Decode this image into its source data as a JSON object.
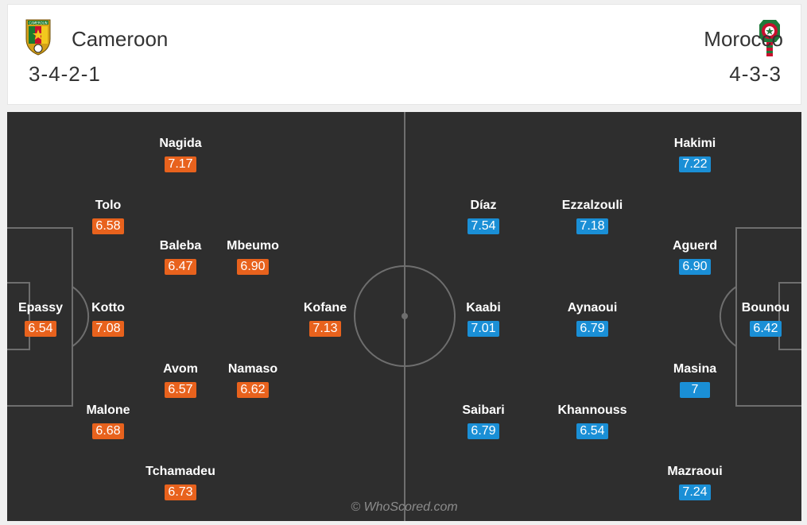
{
  "home": {
    "name": "Cameroon",
    "formation": "3-4-2-1",
    "crest_text": "CAMEROUN",
    "color": "#e8621d",
    "players": [
      {
        "name": "Nagida",
        "rating": "7.17"
      },
      {
        "name": "Tolo",
        "rating": "6.58"
      },
      {
        "name": "Baleba",
        "rating": "6.47"
      },
      {
        "name": "Mbeumo",
        "rating": "6.90"
      },
      {
        "name": "Epassy",
        "rating": "6.54"
      },
      {
        "name": "Kotto",
        "rating": "7.08"
      },
      {
        "name": "Kofane",
        "rating": "7.13"
      },
      {
        "name": "Avom",
        "rating": "6.57"
      },
      {
        "name": "Namaso",
        "rating": "6.62"
      },
      {
        "name": "Malone",
        "rating": "6.68"
      },
      {
        "name": "Tchamadeu",
        "rating": "6.73"
      }
    ]
  },
  "away": {
    "name": "Morocco",
    "formation": "4-3-3",
    "color": "#1a8fd6",
    "players": [
      {
        "name": "Hakimi",
        "rating": "7.22"
      },
      {
        "name": "Díaz",
        "rating": "7.54"
      },
      {
        "name": "Ezzalzouli",
        "rating": "7.18"
      },
      {
        "name": "Aguerd",
        "rating": "6.90"
      },
      {
        "name": "Kaabi",
        "rating": "7.01"
      },
      {
        "name": "Aynaoui",
        "rating": "6.79"
      },
      {
        "name": "Bounou",
        "rating": "6.42"
      },
      {
        "name": "Masina",
        "rating": "7"
      },
      {
        "name": "Saibari",
        "rating": "6.79"
      },
      {
        "name": "Khannouss",
        "rating": "6.54"
      },
      {
        "name": "Mazraoui",
        "rating": "7.24"
      }
    ]
  },
  "watermark": "© WhoScored.com"
}
